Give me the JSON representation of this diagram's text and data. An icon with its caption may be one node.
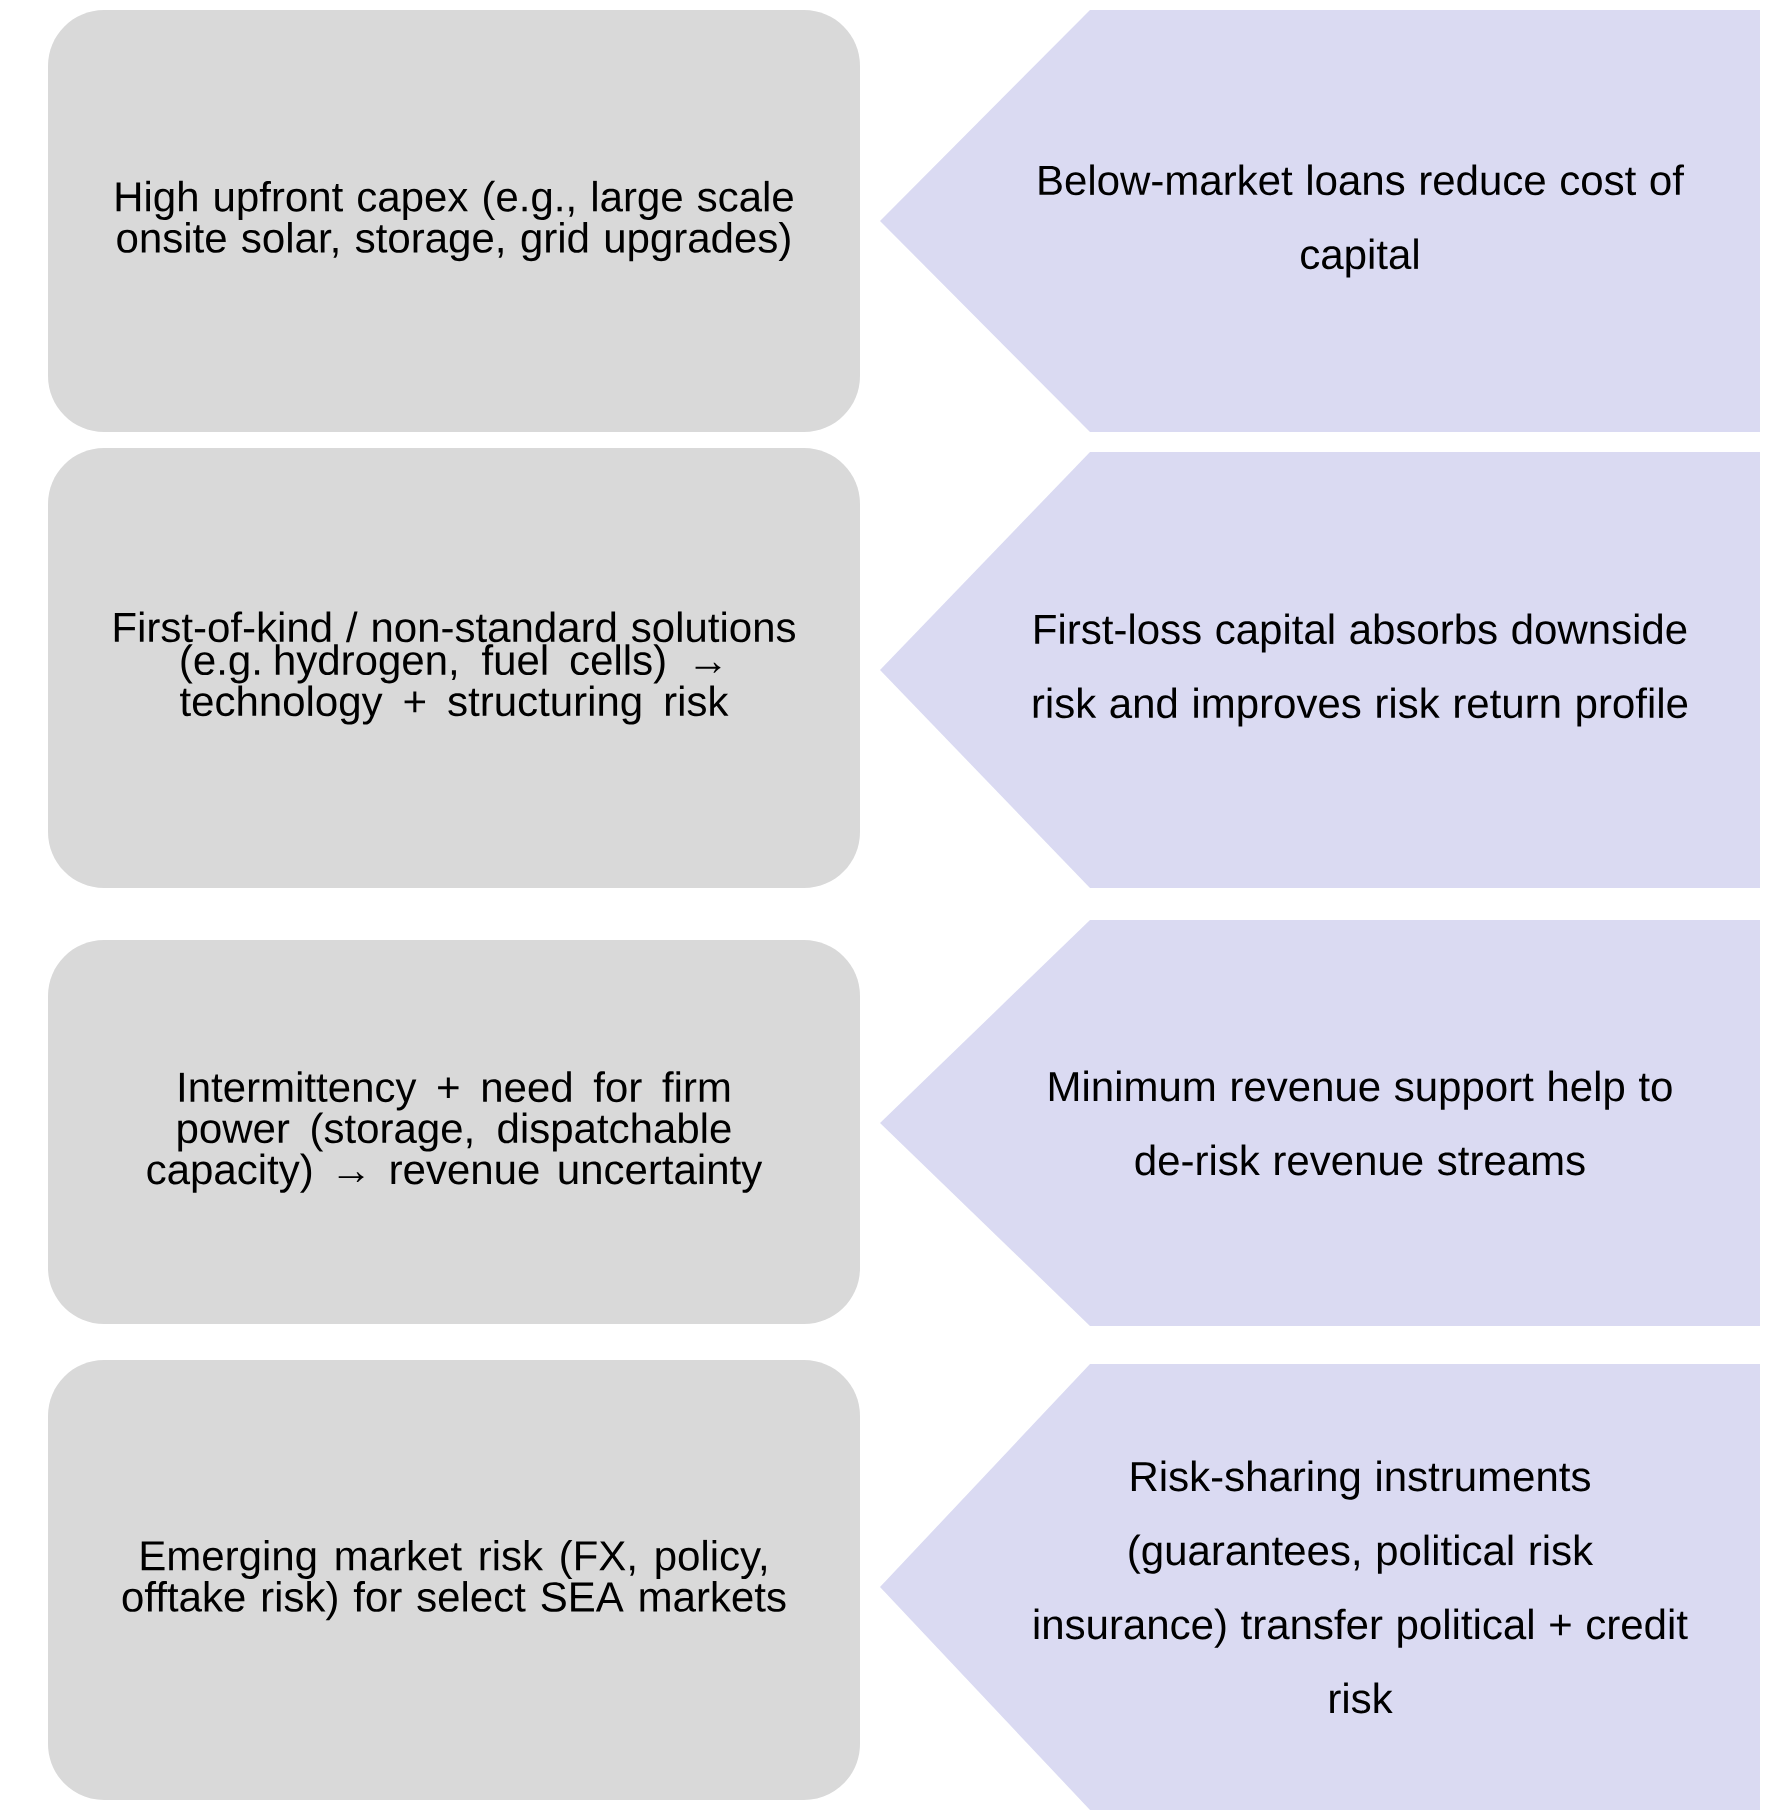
{
  "diagram": {
    "nodes": [
      {
        "text": [
          "High upfront capex (e.g., large scale onsite solar, storage, grid upgrades)"
        ]
      },
      {
        "text": [
          "Below-market loans reduce cost of capital"
        ]
      },
      {
        "text": [
          "First-of-kind / non-standard solutions (e.g. hydrogen, fuel cells) → technology + structuring risk"
        ]
      },
      {
        "text": [
          "First-loss capital absorbs downside risk and improves risk return profile"
        ]
      },
      {
        "text": [
          "Intermittency + need for firm power (storage, dispatchable capacity) → revenue uncertainty"
        ]
      },
      {
        "text": [
          "Minimum revenue support help to de-risk revenue streams"
        ]
      },
      {
        "text": [
          "Emerging market risk (FX, policy, offtake risk) for select SEA markets"
        ]
      },
      {
        "text": [
          "Risk-sharing instruments (guarantees, political risk insurance) transfer political + credit risk"
        ]
      }
    ]
  }
}
